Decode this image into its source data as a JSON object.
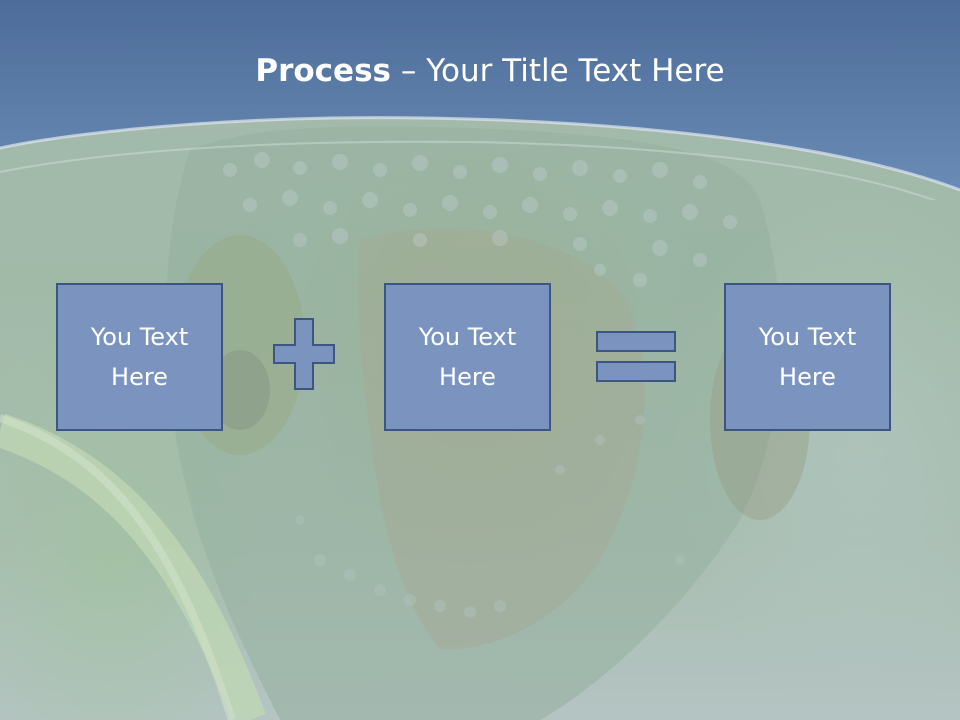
{
  "title": {
    "bold": "Process",
    "rest": " – Your Title Text Here"
  },
  "boxes": [
    {
      "text": "You Text Here"
    },
    {
      "text": "You Text Here"
    },
    {
      "text": "You Text Here"
    }
  ],
  "operators": [
    "plus-icon",
    "equals-icon"
  ],
  "colors": {
    "header_band": "#5b7fae",
    "box_fill": "#7b94bf",
    "box_border": "#3c5680",
    "operator_fill": "#7b94bf"
  }
}
